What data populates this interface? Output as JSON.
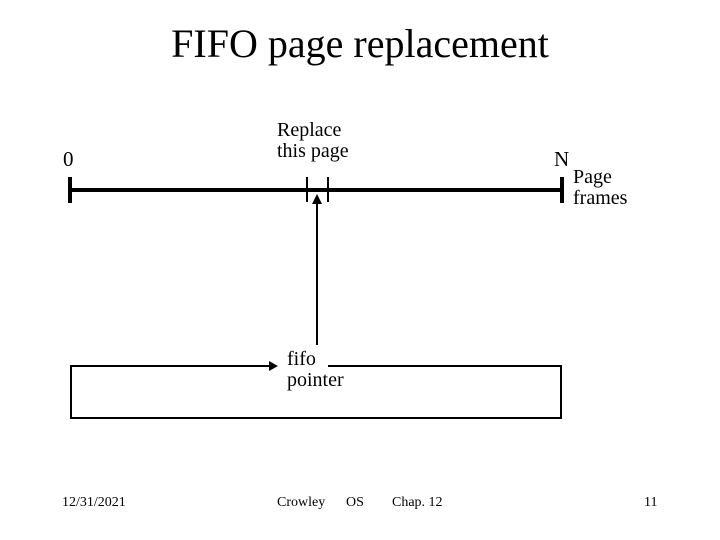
{
  "colors": {
    "background": "#ffffff",
    "ink": "#000000"
  },
  "slide": {
    "title": "FIFO page replacement"
  },
  "diagram": {
    "frame_axis": {
      "start_label": "0",
      "end_label": "N"
    },
    "axis_caption": {
      "line1": "Page",
      "line2": "frames"
    },
    "replace_label": {
      "line1": "Replace",
      "line2": "this page"
    },
    "fifo_label": {
      "line1": "fifo",
      "line2": "pointer"
    }
  },
  "footer": {
    "date": "12/31/2021",
    "author": "Crowley",
    "course": "OS",
    "chapter": "Chap. 12",
    "page_number": "11"
  }
}
